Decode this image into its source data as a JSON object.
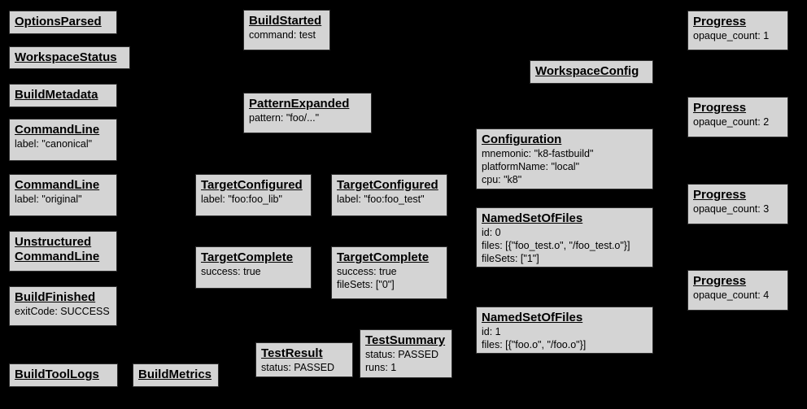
{
  "diagram": {
    "description": "Build event protocol graph",
    "background_color": "#000000",
    "node_fill_color": "#d4d4d4",
    "node_border_color": "#2e2e2e",
    "text_color": "#000000"
  },
  "nodes": [
    {
      "title": "OptionsParsed",
      "lines": []
    },
    {
      "title": "WorkspaceStatus",
      "lines": []
    },
    {
      "title": "BuildMetadata",
      "lines": []
    },
    {
      "title": "CommandLine",
      "lines": [
        "label: \"canonical\""
      ]
    },
    {
      "title": "CommandLine",
      "lines": [
        "label: \"original\""
      ]
    },
    {
      "title": "Unstructured",
      "title2": "CommandLine",
      "lines": []
    },
    {
      "title": "BuildFinished",
      "lines": [
        "exitCode: SUCCESS"
      ]
    },
    {
      "title": "BuildToolLogs",
      "lines": []
    },
    {
      "title": "BuildMetrics",
      "lines": []
    },
    {
      "title": "BuildStarted",
      "lines": [
        "command: test"
      ]
    },
    {
      "title": "PatternExpanded",
      "lines": [
        "pattern: \"foo/...\""
      ]
    },
    {
      "title": "TargetConfigured",
      "lines": [
        "label: \"foo:foo_lib\""
      ]
    },
    {
      "title": "TargetConfigured",
      "lines": [
        "label: \"foo:foo_test\""
      ]
    },
    {
      "title": "TargetComplete",
      "lines": [
        "success: true"
      ]
    },
    {
      "title": "TargetComplete",
      "lines": [
        "success: true",
        "fileSets: [\"0\"]"
      ]
    },
    {
      "title": "TestResult",
      "lines": [
        "status: PASSED"
      ]
    },
    {
      "title": "TestSummary",
      "lines": [
        "status: PASSED",
        "runs: 1"
      ]
    },
    {
      "title": "WorkspaceConfig",
      "lines": []
    },
    {
      "title": "Configuration",
      "lines": [
        "mnemonic: \"k8-fastbuild\"",
        "platformName: \"local\"",
        "cpu: \"k8\""
      ]
    },
    {
      "title": "NamedSetOfFiles",
      "lines": [
        "id: 0",
        "files: [{\"foo_test.o\", \"/foo_test.o\"}]",
        "fileSets: [\"1\"]"
      ]
    },
    {
      "title": "NamedSetOfFiles",
      "lines": [
        "id: 1",
        "files: [{\"foo.o\", \"/foo.o\"}]"
      ]
    },
    {
      "title": "Progress",
      "lines": [
        "opaque_count: 1"
      ]
    },
    {
      "title": "Progress",
      "lines": [
        "opaque_count: 2"
      ]
    },
    {
      "title": "Progress",
      "lines": [
        "opaque_count: 3"
      ]
    },
    {
      "title": "Progress",
      "lines": [
        "opaque_count: 4"
      ]
    }
  ]
}
